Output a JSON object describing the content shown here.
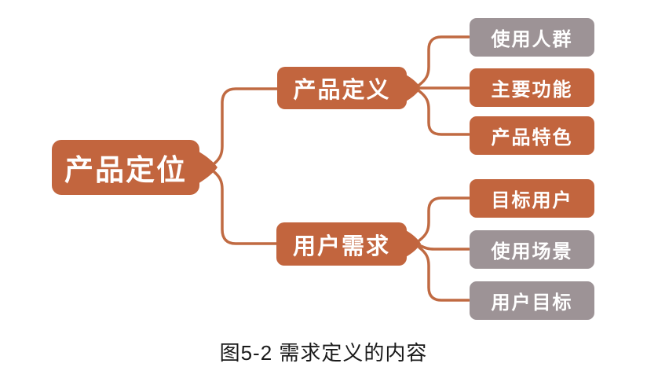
{
  "diagram": {
    "root": {
      "label": "产品定位"
    },
    "branches": [
      {
        "label": "产品定义",
        "children": [
          {
            "label": "使用人群",
            "variant": "gray"
          },
          {
            "label": "主要功能",
            "variant": "orange"
          },
          {
            "label": "产品特色",
            "variant": "orange"
          }
        ]
      },
      {
        "label": "用户需求",
        "children": [
          {
            "label": "目标用户",
            "variant": "orange"
          },
          {
            "label": "使用场景",
            "variant": "gray"
          },
          {
            "label": "用户目标",
            "variant": "gray"
          }
        ]
      }
    ]
  },
  "caption": "图5-2 需求定义的内容",
  "colors": {
    "orange": "#C2653E",
    "gray": "#9D9396",
    "connector": "#C06A42",
    "node_text": "#FFFFFF",
    "caption_text": "#1A1A1A",
    "background": "#FFFFFF"
  }
}
